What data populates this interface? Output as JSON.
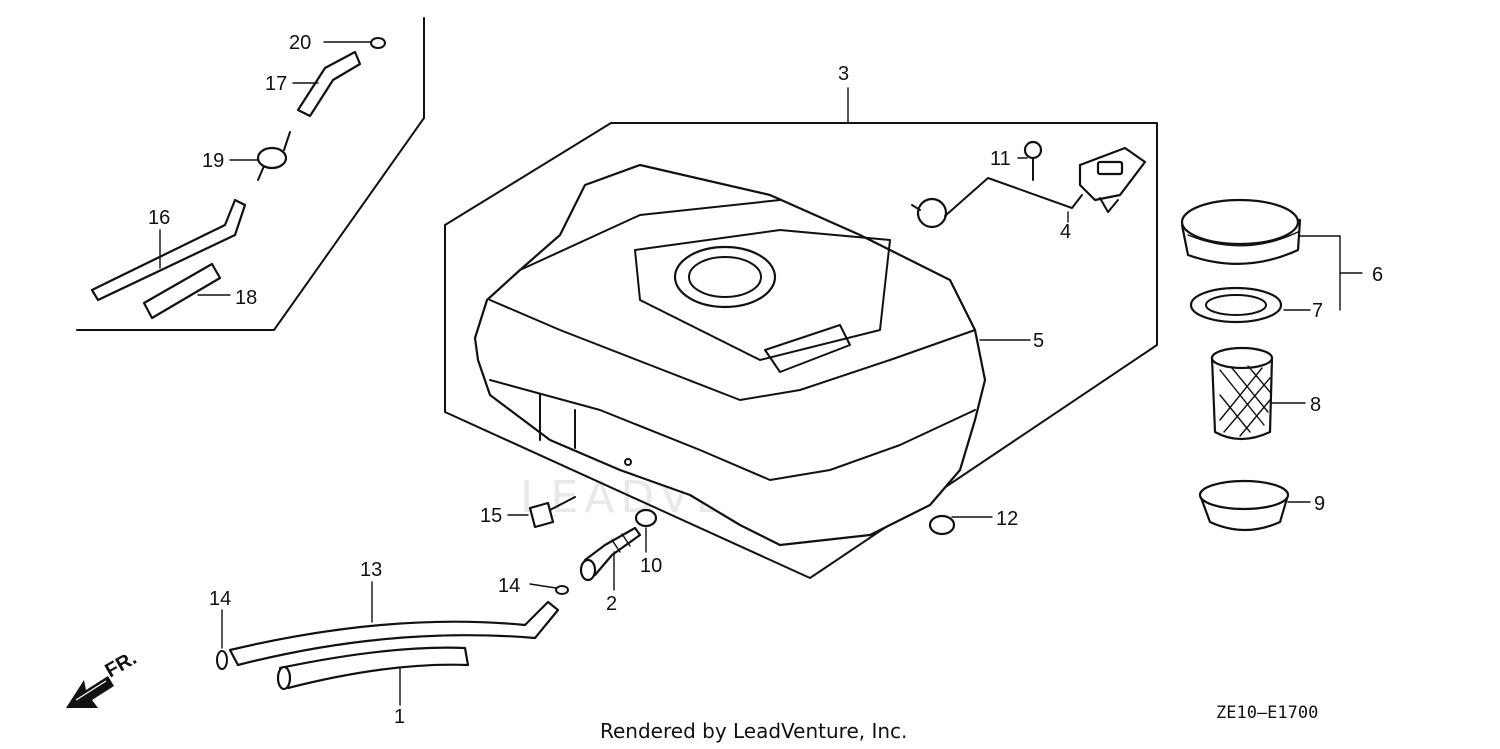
{
  "labels": {
    "p1": "1",
    "p2": "2",
    "p3": "3",
    "p4": "4",
    "p5": "5",
    "p6": "6",
    "p7": "7",
    "p8": "8",
    "p9": "9",
    "p10": "10",
    "p11": "11",
    "p12": "12",
    "p13": "13",
    "p14a": "14",
    "p14b": "14",
    "p15": "15",
    "p16": "16",
    "p17": "17",
    "p18": "18",
    "p19": "19",
    "p20": "20"
  },
  "front_marker": "FR.",
  "watermark": "LEADVENTURE",
  "footer": "Rendered by LeadVenture, Inc.",
  "diagram_code": "ZE10—E1700",
  "colors": {
    "ink": "#111111",
    "background": "#ffffff",
    "watermark": "#e9e9e9"
  }
}
